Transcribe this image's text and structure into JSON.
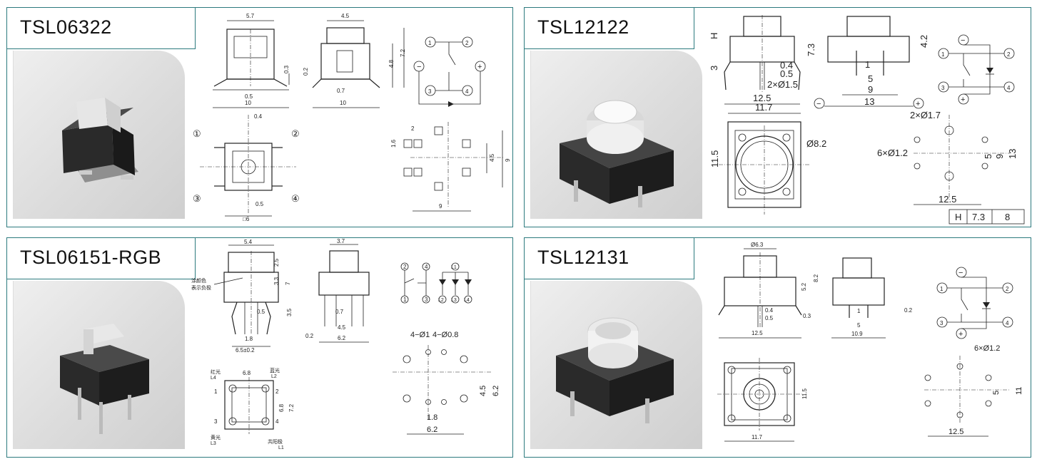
{
  "panels": {
    "tsl06322": {
      "title": "TSL06322",
      "dims": {
        "d57": "5.7",
        "d45": "4.5",
        "d03": "0.3",
        "d02": "0.2",
        "d48": "4.8",
        "d72": "7.2",
        "d05a": "0.5",
        "d07": "0.7",
        "d10a": "10",
        "d10b": "10",
        "d04": "0.4",
        "d05b": "0.5",
        "d6": "□6",
        "d2": "2",
        "d16": "1.6",
        "d45b": "4.5",
        "d9a": "9",
        "d9b": "9"
      },
      "pins": {
        "p1": "①",
        "p2": "②",
        "p3": "③",
        "p4": "④",
        "s1": "1",
        "s2": "2",
        "s3": "3",
        "s4": "4",
        "minus": "−",
        "plus": "+"
      }
    },
    "tsl12122": {
      "title": "TSL12122",
      "dims": {
        "H": "H",
        "d3": "3",
        "d73": "7.3",
        "d04": "0.4",
        "d05": "0.5",
        "d2x15": "2×Ø1.5",
        "d125a": "12.5",
        "d42": "4.2",
        "d1": "1",
        "d5": "5",
        "d9": "9",
        "d13a": "13",
        "d117": "11.7",
        "d115": "11.5",
        "d82": "Ø8.2",
        "d2x17": "2×Ø1.7",
        "d6x12": "6×Ø1.2",
        "d5b": "5",
        "d9b": "9",
        "d13b": "13",
        "d125b": "12.5"
      },
      "table": {
        "h": "H",
        "v1": "7.3",
        "v2": "8"
      },
      "pins": {
        "s1": "1",
        "s2": "2",
        "s3": "3",
        "s4": "4",
        "minus": "−",
        "plus": "+"
      }
    },
    "tsl06151": {
      "title": "TSL06151-RGB",
      "dims": {
        "d54": "5.4",
        "d25": "2.5",
        "d33": "3.3",
        "d7": "7",
        "d35": "3.5",
        "d05": "0.5",
        "d18": "1.8",
        "d65": "6.5±0.2",
        "d37": "3.7",
        "d07": "0.7",
        "d45": "4.5",
        "d02": "0.2",
        "d62": "6.2",
        "d68": "6.8",
        "d68b": "6.8",
        "d72": "7.2",
        "d4x1": "4−Ø1",
        "d4x08": "4−Ø0.8",
        "d45b": "4.5",
        "d62b": "6.2",
        "d18b": "1.8",
        "d62c": "6.2"
      },
      "cn": {
        "tuyan": "涂颜色",
        "biaoshi": "表示负极",
        "hongguang": "红光",
        "languang": "蓝光",
        "huangguang": "黄光",
        "gongyang": "共阳极"
      },
      "pins": {
        "L1": "L1",
        "L2": "L2",
        "L3": "L3",
        "L4": "L4",
        "n1": "1",
        "n2": "2",
        "n3": "3",
        "n4": "4"
      }
    },
    "tsl12131": {
      "title": "TSL12131",
      "dims": {
        "d63": "Ø6.3",
        "d52": "5.2",
        "d82": "8.2",
        "d04": "0.4",
        "d05": "0.5",
        "d03": "0.3",
        "d125a": "12.5",
        "d1": "1",
        "d5": "5",
        "d109": "10.9",
        "d02": "0.2",
        "d115": "11.5",
        "d117": "11.7",
        "d6x12": "6×Ø1.2",
        "d5b": "5",
        "d11": "11",
        "d125b": "12.5"
      },
      "pins": {
        "s1": "1",
        "s2": "2",
        "s3": "3",
        "s4": "4",
        "minus": "−",
        "plus": "+"
      }
    }
  },
  "colors": {
    "border": "#2c7a7e"
  }
}
